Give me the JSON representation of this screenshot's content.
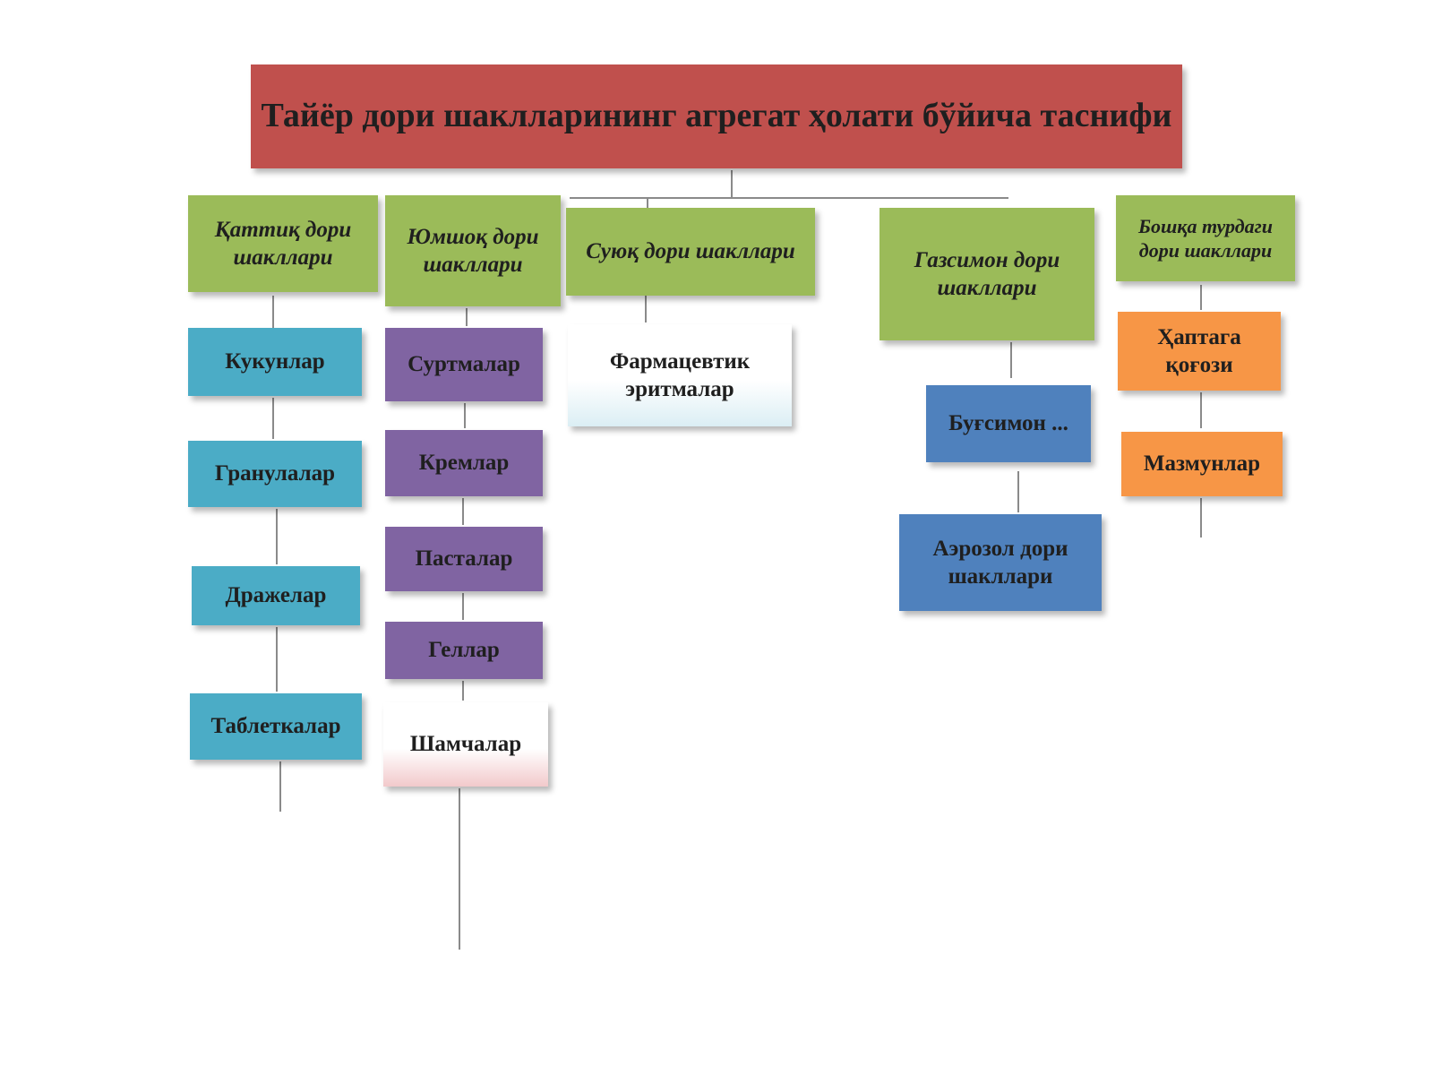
{
  "title": "Тайёр дори шаклларининг агрегат ҳолати бўйича таснифи",
  "categories": [
    {
      "label": "Қаттиқ дори шакллари",
      "color": "#9bbb59",
      "items": [
        "Кукунлар",
        "Гранулалар",
        "Дражелар",
        "Таблеткалар"
      ],
      "item_color": "#4bacc6"
    },
    {
      "label": "Юмшоқ дори шакллари",
      "color": "#9bbb59",
      "items": [
        "Суртмалар",
        "Кремлар",
        "Пасталар",
        "Геллар",
        "Шамчалар"
      ],
      "item_color": "#8064a2"
    },
    {
      "label": "Суюқ дори шакллари",
      "color": "#9bbb59",
      "items": [
        "Фармацевтик эритмалар"
      ],
      "item_color": "#ffffff"
    },
    {
      "label": "Газсимон дори шакллари",
      "color": "#9bbb59",
      "items": [
        "Буғсимон ...",
        "Аэрозол дори шакллари"
      ],
      "item_color": "#4f81bd"
    },
    {
      "label": "Бошқа турдаги дори шакллари",
      "color": "#9bbb59",
      "items": [
        "Ҳаптага қоғози",
        "Мазмунлар"
      ],
      "item_color": "#f79646"
    }
  ],
  "colors": {
    "title": "#c0504d",
    "category": "#9bbb59",
    "connector": "#8a8a8a"
  }
}
